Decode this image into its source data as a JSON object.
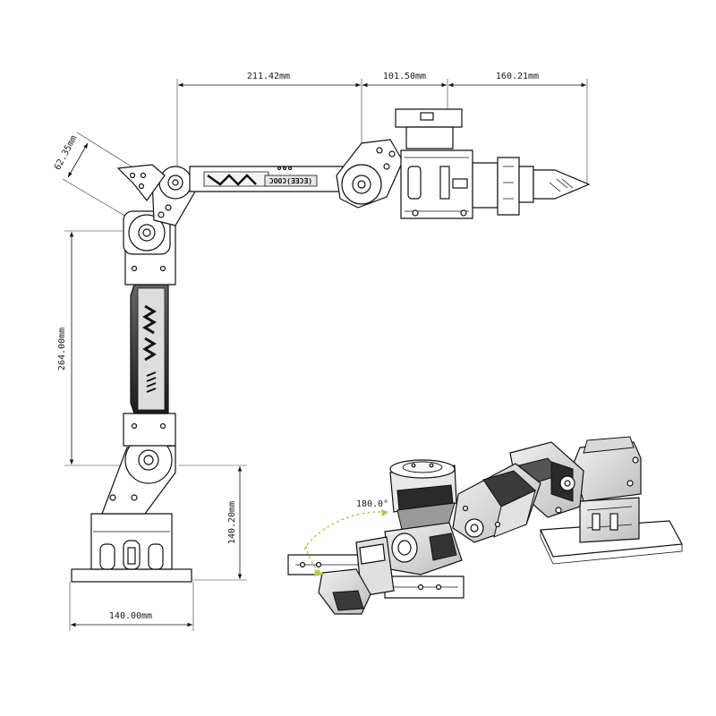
{
  "dimensions": {
    "upper_arm": "211.42mm",
    "forearm": "101.50mm",
    "gripper": "160.21mm",
    "shoulder_offset": "62.35mm",
    "lower_arm": "264.00mm",
    "base_height": "140.20mm",
    "base_width": "140.00mm"
  },
  "rotation_angle": "180.0°",
  "arm_logo_text": "ƆOOƆ(ƎƎƆƎ)"
}
